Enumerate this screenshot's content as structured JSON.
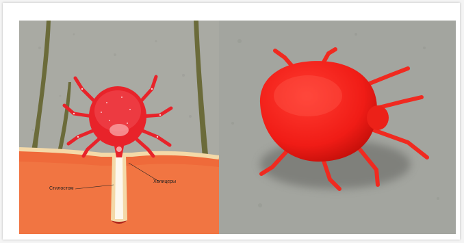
{
  "illustration": {
    "stylostome_label": "Стилостом",
    "chelicerae_label": "Хелицеры"
  },
  "colors": {
    "mite_red": "#e8232a",
    "skin_orange": "#ef6a3a",
    "hair_olive": "#6b6b3a",
    "background_gray": "#a7a8a2"
  },
  "icons": [
    "hair-follicle",
    "mite-diagram",
    "mite-photo"
  ]
}
